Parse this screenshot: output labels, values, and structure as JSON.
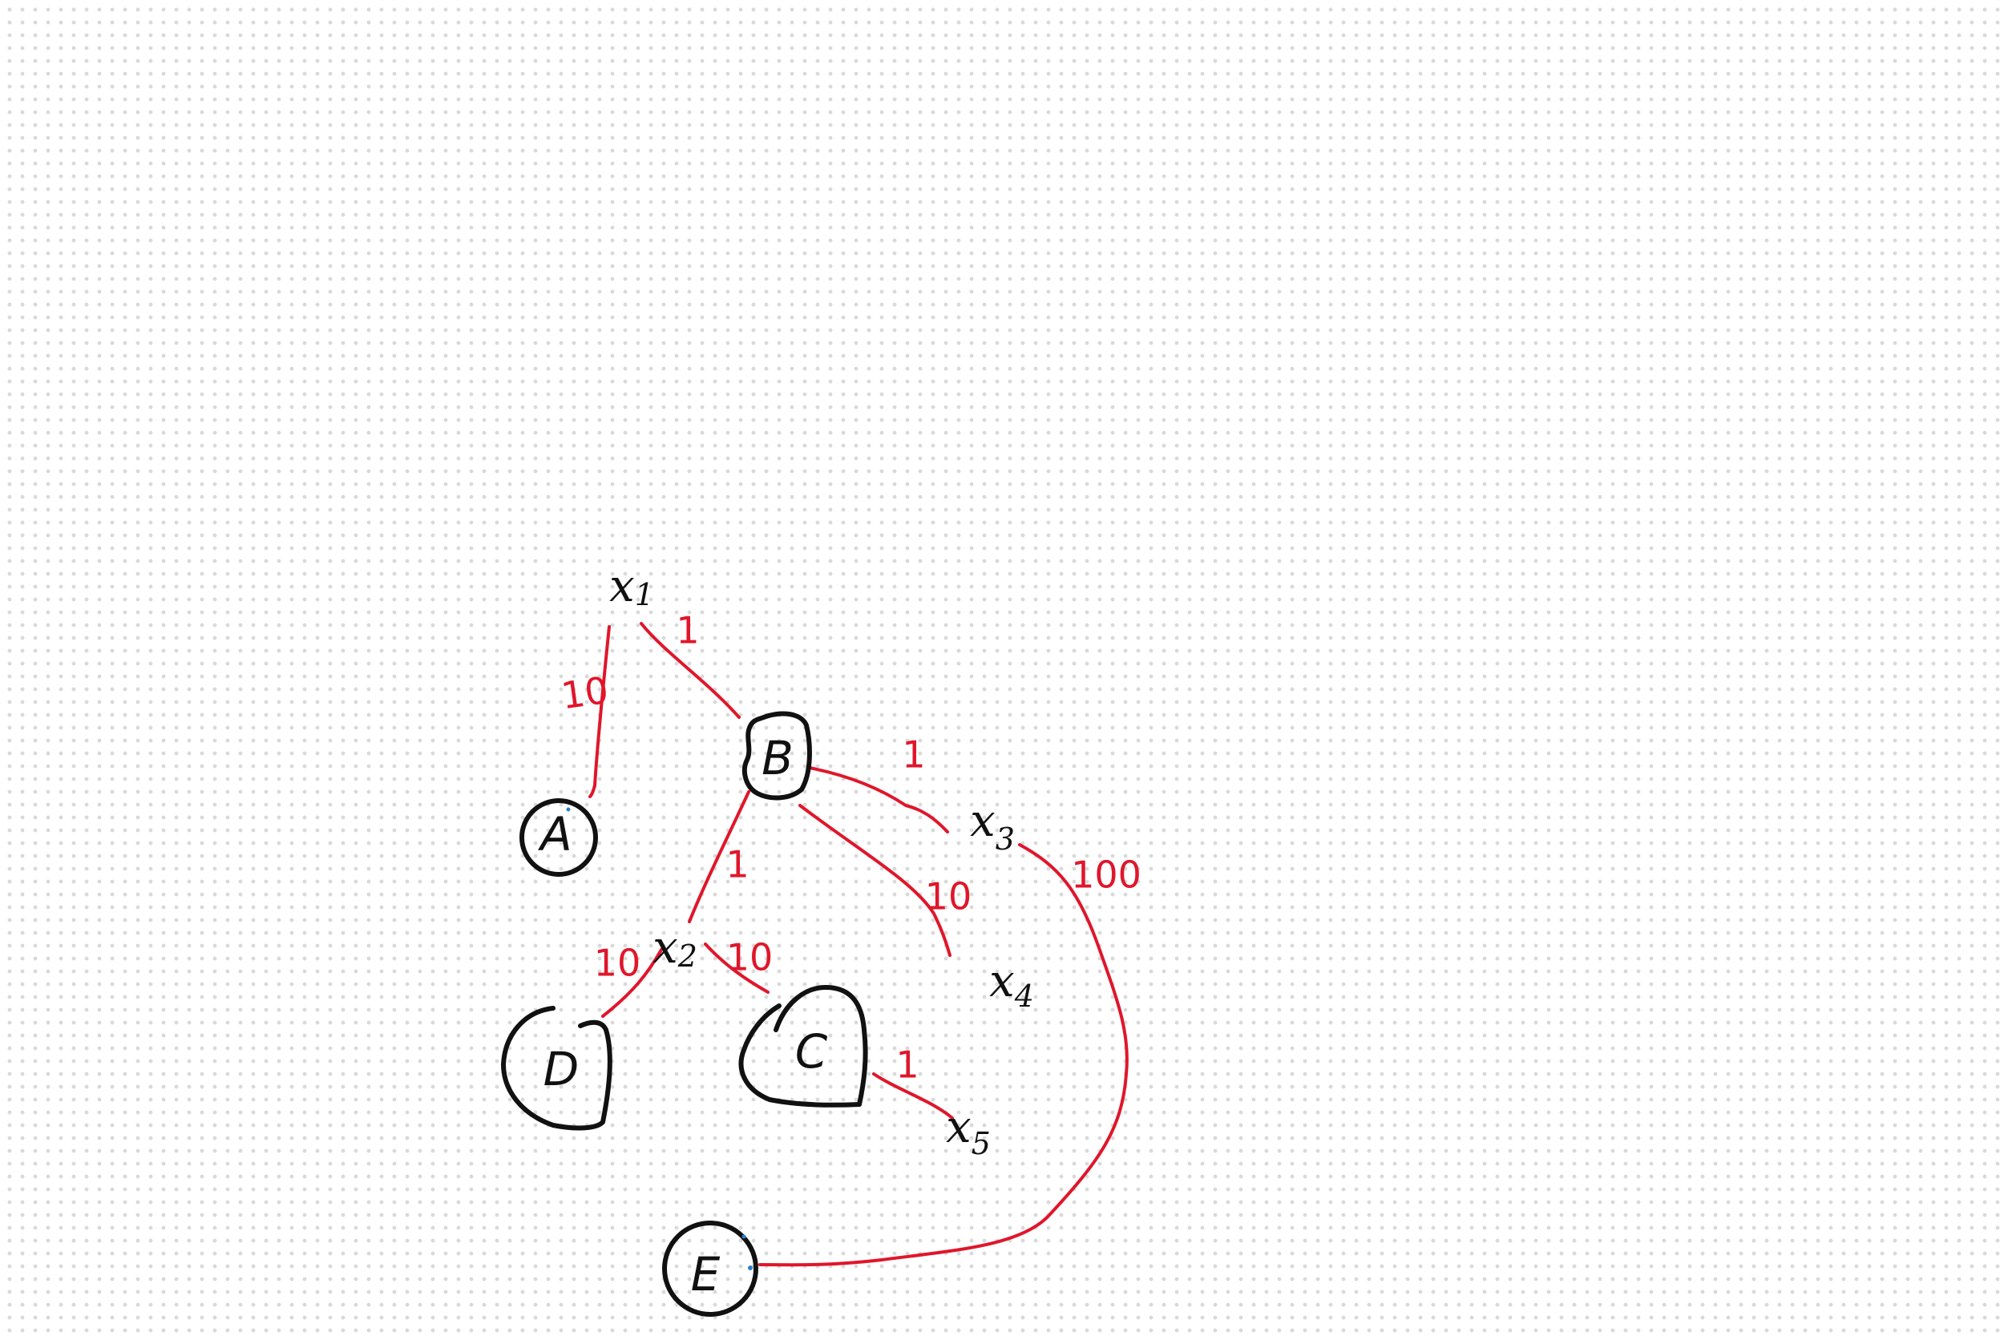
{
  "colors": {
    "ink": "#111111",
    "edge": "#e0162b",
    "accent": "#2c7fc9"
  },
  "nodes": {
    "A": {
      "label": "A",
      "shape": "circle"
    },
    "B": {
      "label": "B",
      "shape": "rounded-square"
    },
    "C": {
      "label": "C",
      "shape": "heart"
    },
    "D": {
      "label": "D",
      "shape": "heart"
    },
    "E": {
      "label": "E",
      "shape": "circle"
    }
  },
  "variables": {
    "x1": {
      "base": "x",
      "sub": "1"
    },
    "x2": {
      "base": "x",
      "sub": "2"
    },
    "x3": {
      "base": "x",
      "sub": "3"
    },
    "x4": {
      "base": "x",
      "sub": "4"
    },
    "x5": {
      "base": "x",
      "sub": "5"
    }
  },
  "edges": {
    "x1_A": {
      "from": "x1",
      "to": "A",
      "weight": "10"
    },
    "x1_B": {
      "from": "x1",
      "to": "B",
      "weight": "1"
    },
    "B_x3": {
      "from": "B",
      "to": "x3",
      "weight": "1"
    },
    "B_x2": {
      "from": "B",
      "to": "x2",
      "weight": "1"
    },
    "B_x4": {
      "from": "B",
      "to": "x4",
      "weight": "10"
    },
    "x3_E": {
      "from": "x3",
      "to": "E",
      "weight": "100"
    },
    "x2_D": {
      "from": "x2",
      "to": "D",
      "weight": "10"
    },
    "x2_C": {
      "from": "x2",
      "to": "C",
      "weight": "10"
    },
    "C_x5": {
      "from": "C",
      "to": "x5",
      "weight": "1"
    }
  }
}
